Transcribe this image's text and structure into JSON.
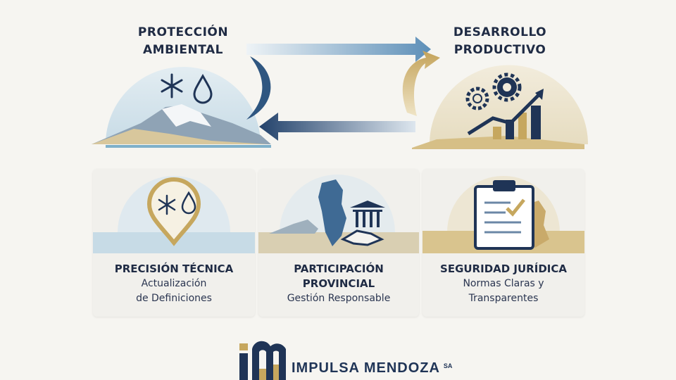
{
  "top": {
    "left_title_line1": "PROTECCIÓN",
    "left_title_line2": "AMBIENTAL",
    "right_title_line1": "DESARROLLO",
    "right_title_line2": "PRODUCTIVO"
  },
  "cards": [
    {
      "title": "PRECISIÓN TÉCNICA",
      "subtitle_line1": "Actualización",
      "subtitle_line2": "de Definiciones"
    },
    {
      "title_line1": "PARTICIPACIÓN",
      "title_line2": "PROVINCIAL",
      "subtitle": "Gestión Responsable"
    },
    {
      "title": "SEGURIDAD JURÍDICA",
      "subtitle_line1": "Normas Claras y",
      "subtitle_line2": "Transparentes"
    }
  ],
  "logo": {
    "name": "IMPULSA MENDOZA",
    "suffix": "SA"
  },
  "colors": {
    "navy": "#1f3456",
    "gold": "#c6a75e",
    "light_blue": "#b9d2e2",
    "background": "#f6f5f1"
  }
}
